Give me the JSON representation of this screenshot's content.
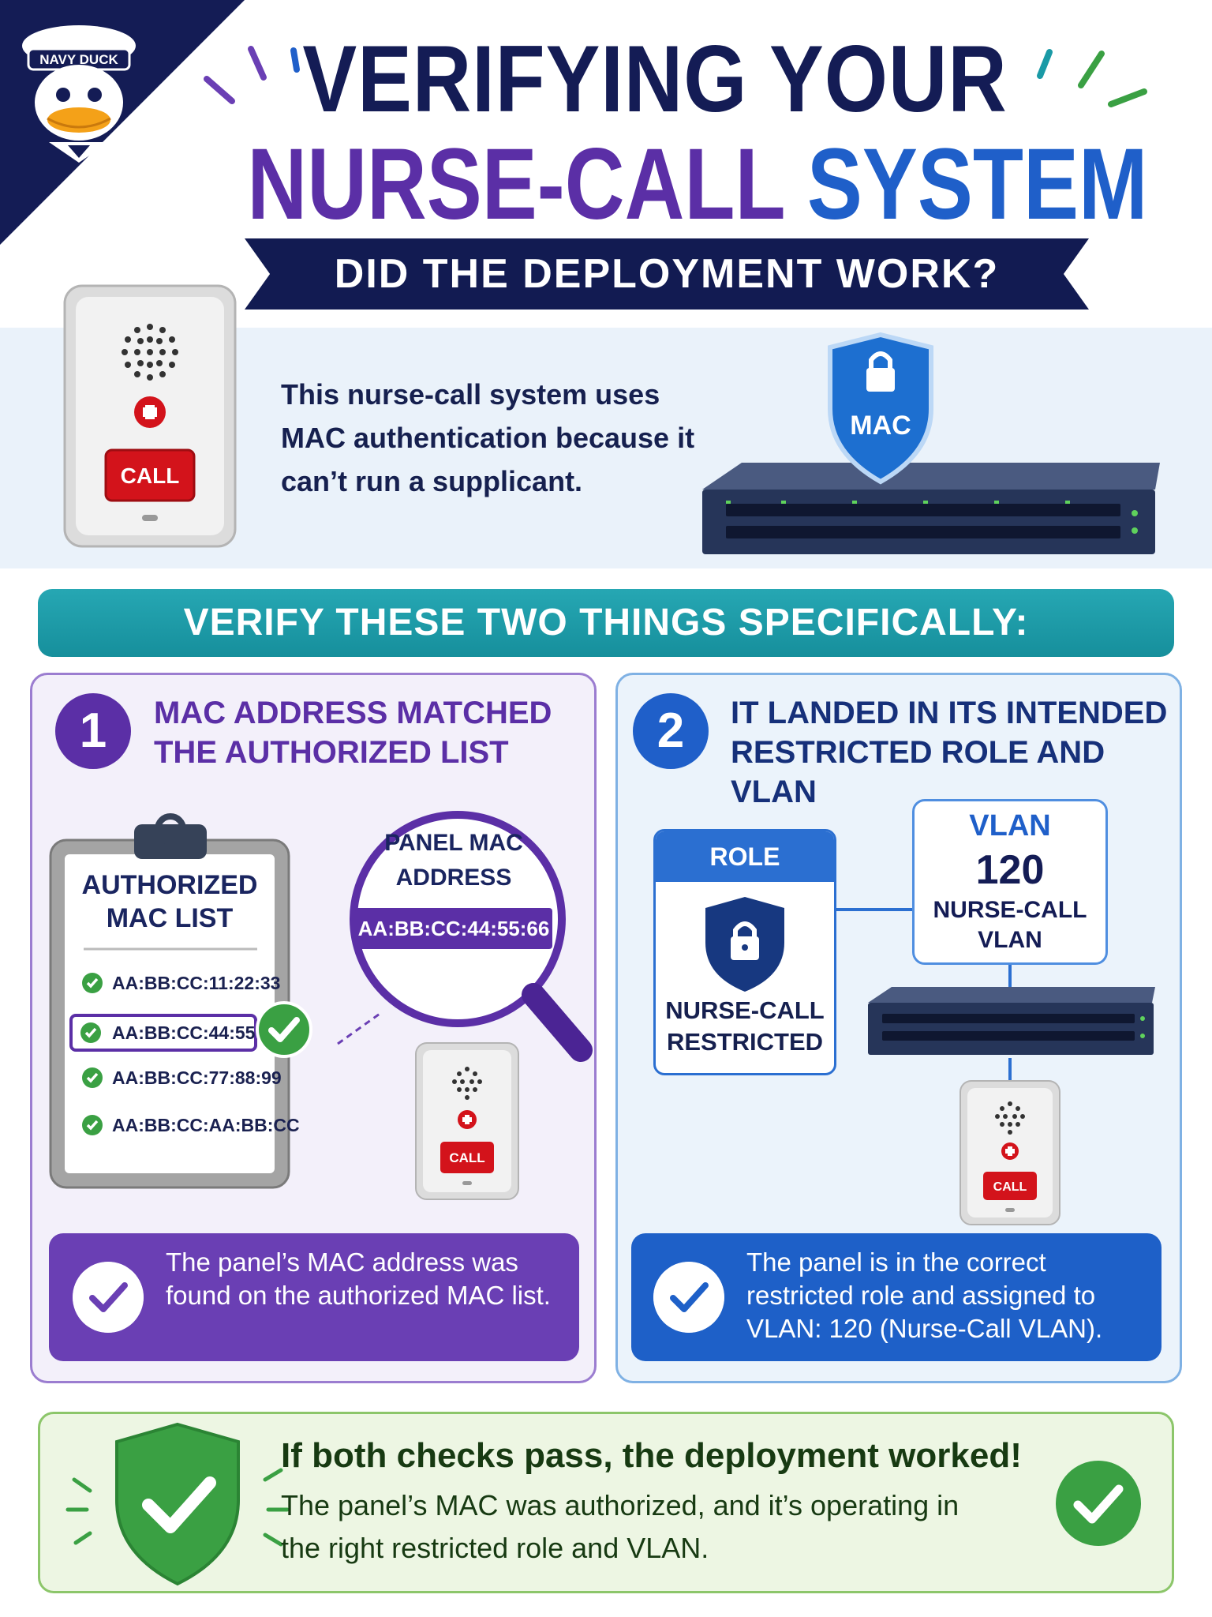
{
  "header": {
    "badge": "NAVY DUCK",
    "title_line1": "VERIFYING YOUR",
    "title_line2_part1": "NURSE-CALL",
    "title_line2_part2": "SYSTEM",
    "banner": "DID THE DEPLOYMENT WORK?"
  },
  "intro": {
    "text": "This nurse-call system uses MAC authentication because it can’t run a supplicant.",
    "panel_button": "CALL",
    "shield_label": "MAC"
  },
  "verify_bar": "VERIFY THESE TWO THINGS SPECIFICALLY:",
  "check1": {
    "number": "1",
    "heading": "MAC ADDRESS MATCHED THE AUTHORIZED LIST",
    "list_title": "AUTHORIZED MAC LIST",
    "mac_list": [
      "AA:BB:CC:11:22:33",
      "AA:BB:CC:44:55:66",
      "AA:BB:CC:77:88:99",
      "AA:BB:CC:AA:BB:CC"
    ],
    "magnifier_title": "PANEL MAC ADDRESS",
    "panel_mac": "AA:BB:CC:44:55:66",
    "panel_button": "CALL",
    "result": "The panel’s MAC address was found on the authorized MAC list."
  },
  "check2": {
    "number": "2",
    "heading": "IT LANDED IN ITS INTENDED RESTRICTED ROLE AND VLAN",
    "role_head": "ROLE",
    "role_label": "NURSE-CALL RESTRICTED",
    "vlan_head": "VLAN",
    "vlan_number": "120",
    "vlan_label": "NURSE-CALL VLAN",
    "panel_button": "CALL",
    "result": "The panel is in the correct restricted role and assigned to VLAN: 120 (Nurse-Call VLAN)."
  },
  "footer": {
    "title": "If both checks pass, the deployment worked!",
    "body": "The panel’s MAC was authorized, and it’s operating in the right restricted role and VLAN."
  },
  "colors": {
    "navy": "#141c55",
    "purple": "#5b2fa6",
    "blue": "#1f5fc9",
    "teal": "#1a9aa6",
    "green": "#3aa043",
    "red": "#d3131b"
  }
}
